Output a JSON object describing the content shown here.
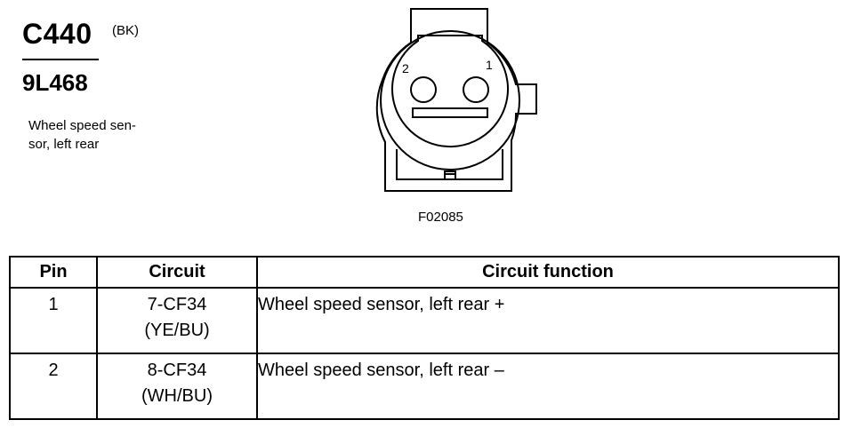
{
  "connector": {
    "id": "C440",
    "color_code": "(BK)",
    "part_number": "9L468",
    "description": "Wheel speed sen- sor, left rear",
    "description_lines": [
      "Wheel speed sen-",
      "sor, left rear"
    ]
  },
  "diagram": {
    "figure_id": "F02085",
    "pin_labels": [
      "1",
      "2"
    ]
  },
  "table": {
    "headers": [
      "Pin",
      "Circuit",
      "Circuit function"
    ],
    "rows": [
      {
        "pin": "1",
        "circuit": [
          "7-CF34",
          "(YE/BU)"
        ],
        "function": "Wheel speed sensor, left rear +"
      },
      {
        "pin": "2",
        "circuit": [
          "8-CF34",
          "(WH/BU)"
        ],
        "function": "Wheel speed sensor, left rear –"
      }
    ]
  }
}
